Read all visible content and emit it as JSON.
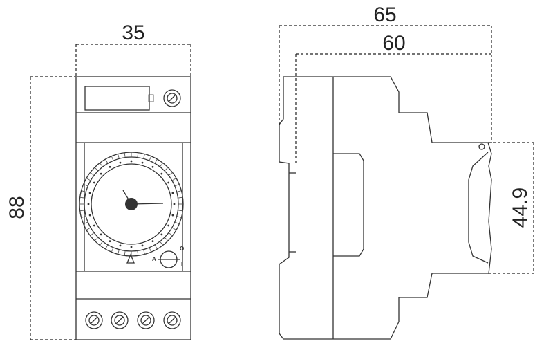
{
  "dimensions": {
    "width_front": "35",
    "height": "88",
    "depth_total": "65",
    "depth_body": "60",
    "depth_front": "44.9"
  },
  "dial_labels": {
    "auto": "A",
    "on": "I",
    "off": "O"
  },
  "colors": {
    "line": "#333333",
    "dimension": "#222222",
    "background": "#ffffff"
  }
}
